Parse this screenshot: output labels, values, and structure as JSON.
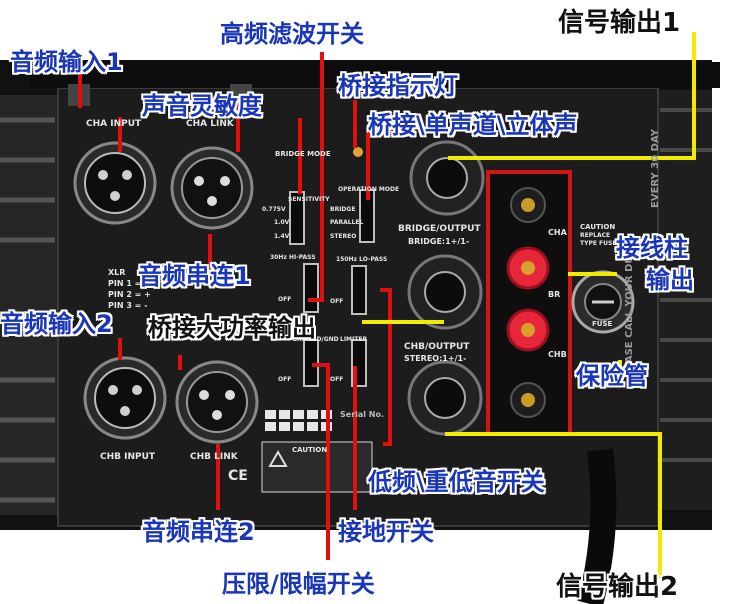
{
  "annotations": {
    "signal_output_1": "信号输出1",
    "signal_output_2": "信号输出2",
    "audio_input_1": "音频输入1",
    "audio_input_2": "音频输入2",
    "high_freq_filter_switch": "高频滤波开关",
    "sensitivity": "声音灵敏度",
    "bridge_indicator": "桥接指示灯",
    "bridge_mono_stereo": "桥接\\单声道\\立体声",
    "audio_link_1": "音频串连1",
    "audio_link_2": "音频串连2",
    "bridge_high_power_output": "桥接大功率输出",
    "binding_post_output_line1": "接线柱",
    "binding_post_output_line2": "输出",
    "fuse": "保险管",
    "low_freq_sub_switch": "低频\\重低音开关",
    "ground_switch": "接地开关",
    "limiter_switch": "压限/限幅开关"
  },
  "panel": {
    "cha_input": "CHA INPUT",
    "cha_link": "CHA LINK",
    "chb_input": "CHB INPUT",
    "chb_link": "CHB LINK",
    "bridge_mode": "BRIDGE MODE",
    "sensitivity": "SENSITIVITY",
    "sens_0775": "0.775V",
    "sens_10": "1.0V",
    "sens_14": "1.4V",
    "operation_mode": "OPERATION MODE",
    "op_bridge": "BRIDGE",
    "op_parallel": "PARALLEL",
    "op_stereo": "STEREO",
    "bridge_output": "BRIDGE/OUTPUT",
    "bridge_sub": "BRIDGE:1+/1-",
    "chb_output": "CHB/OUTPUT",
    "stereo_sub": "STEREO:1+/1-",
    "hi_pass": "30Hz HI-PASS",
    "lo_pass": "150Hz LO-PASS",
    "ground": "GROUND/GND",
    "limiter": "LIMITER",
    "off": "OFF",
    "xlr": "XLR",
    "pin1": "PIN 1 =",
    "pin2": "PIN 2 = +",
    "pin3": "PIN 3 = -",
    "serial_no": "Serial No.",
    "caution": "CAUTION",
    "caution_sub": "REPLACE",
    "type_fuse": "TYPE FUSE",
    "fuse_label": "FUSE",
    "cha_short": "CHA",
    "chb_short": "CHB",
    "br": "BR",
    "ce": "CE",
    "warranty": "EASE CALL YOUR DU",
    "warranty2": "EVERY 30 DAY"
  },
  "colors": {
    "annotation_blue": "#1a36b8",
    "leader_red": "#e01010",
    "leader_yellow": "#f2ea00",
    "panel_black": "#1c1c1c"
  }
}
